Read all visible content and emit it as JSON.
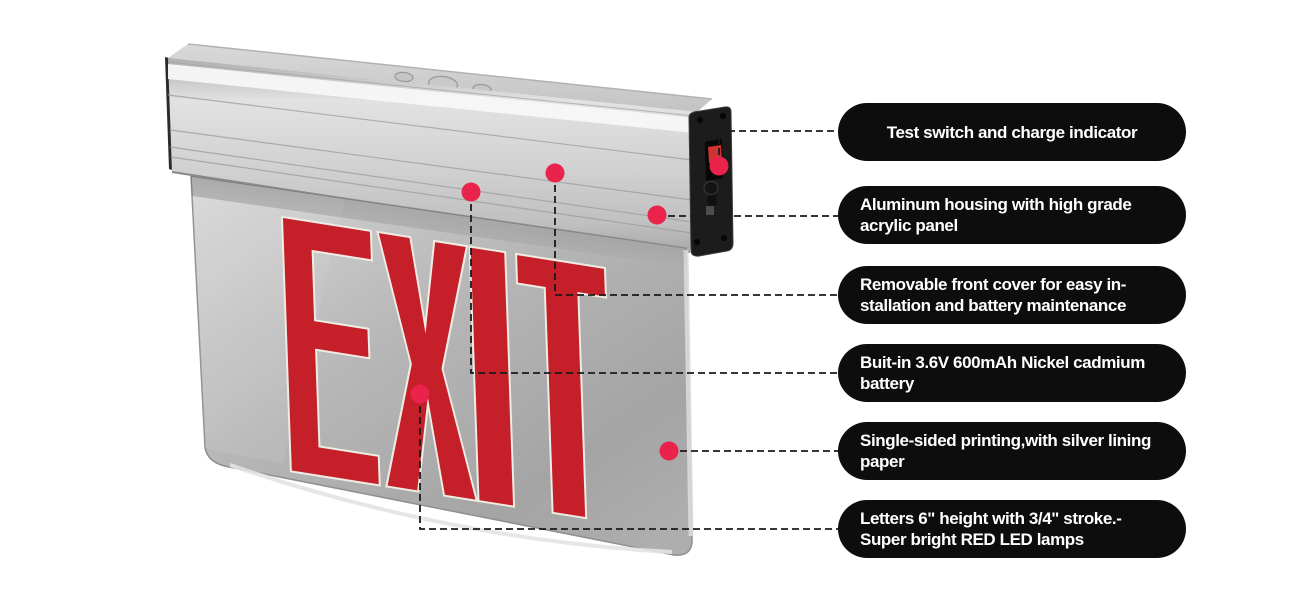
{
  "product": {
    "sign_text": "EXIT",
    "colors": {
      "callout_dot_red": "#e9234b",
      "letter_red": "#c5202a",
      "letter_outline": "#efece3",
      "label_bg": "#0d0d0d",
      "label_text": "#ffffff",
      "housing_silver": "#d0d0d0",
      "panel_silver": "#b5b5b5",
      "end_cap_black": "#1c1c1c",
      "leader_line": "#1a1a1a",
      "background": "#ffffff"
    }
  },
  "features": [
    {
      "line1": "Test switch and charge indicator",
      "line2": ""
    },
    {
      "line1": "Aluminum housing with high grade",
      "line2": "acrylic panel"
    },
    {
      "line1": "Removable front cover for easy in-",
      "line2": "stallation and battery maintenance"
    },
    {
      "line1": "Buit-in 3.6V 600mAh Nickel cadmium",
      "line2": "battery"
    },
    {
      "line1": "Single-sided printing,with silver lining",
      "line2": "paper"
    },
    {
      "line1": "Letters 6\" height with 3/4\" stroke.-",
      "line2": "Super bright RED LED lamps"
    }
  ]
}
